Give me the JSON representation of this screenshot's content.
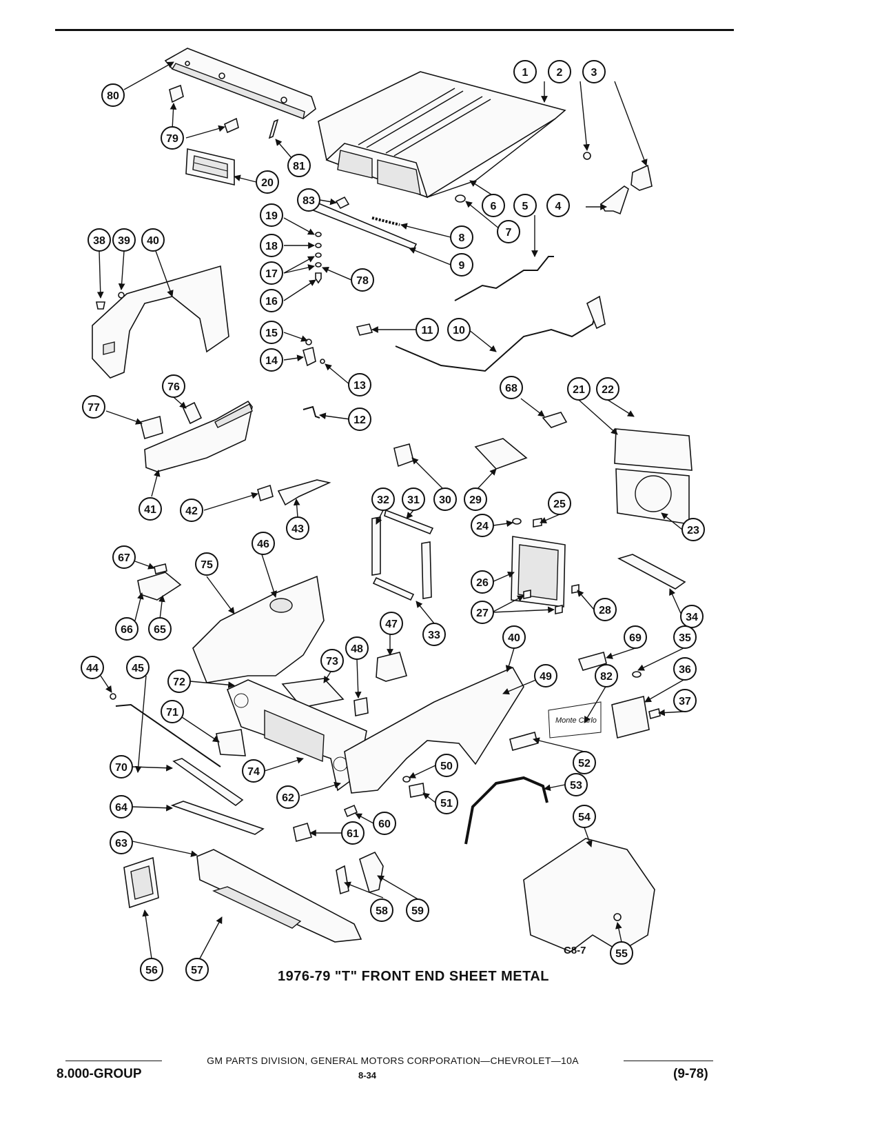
{
  "caption": "1976-79 \"T\" FRONT END SHEET METAL",
  "figure_code": "C8-7",
  "footer": {
    "line": "GM PARTS DIVISION, GENERAL MOTORS CORPORATION—CHEVROLET—10A",
    "group": "8.000-GROUP",
    "page": "8-34",
    "date": "(9-78)"
  },
  "callouts": [
    {
      "label": "1"
    },
    {
      "label": "2"
    },
    {
      "label": "3"
    },
    {
      "label": "80"
    },
    {
      "label": "79"
    },
    {
      "label": "81"
    },
    {
      "label": "20"
    },
    {
      "label": "83"
    },
    {
      "label": "6"
    },
    {
      "label": "5"
    },
    {
      "label": "4"
    },
    {
      "label": "8"
    },
    {
      "label": "7"
    },
    {
      "label": "19"
    },
    {
      "label": "18"
    },
    {
      "label": "17"
    },
    {
      "label": "78"
    },
    {
      "label": "9"
    },
    {
      "label": "16"
    },
    {
      "label": "38"
    },
    {
      "label": "39"
    },
    {
      "label": "40"
    },
    {
      "label": "15"
    },
    {
      "label": "11"
    },
    {
      "label": "10"
    },
    {
      "label": "14"
    },
    {
      "label": "13"
    },
    {
      "label": "76"
    },
    {
      "label": "77"
    },
    {
      "label": "12"
    },
    {
      "label": "68"
    },
    {
      "label": "21"
    },
    {
      "label": "22"
    },
    {
      "label": "41"
    },
    {
      "label": "42"
    },
    {
      "label": "43"
    },
    {
      "label": "32"
    },
    {
      "label": "31"
    },
    {
      "label": "30"
    },
    {
      "label": "29"
    },
    {
      "label": "25"
    },
    {
      "label": "24"
    },
    {
      "label": "23"
    },
    {
      "label": "46"
    },
    {
      "label": "67"
    },
    {
      "label": "75"
    },
    {
      "label": "26"
    },
    {
      "label": "34"
    },
    {
      "label": "66"
    },
    {
      "label": "65"
    },
    {
      "label": "47"
    },
    {
      "label": "33"
    },
    {
      "label": "27"
    },
    {
      "label": "28"
    },
    {
      "label": "48"
    },
    {
      "label": "40"
    },
    {
      "label": "69"
    },
    {
      "label": "35"
    },
    {
      "label": "44"
    },
    {
      "label": "45"
    },
    {
      "label": "73"
    },
    {
      "label": "72"
    },
    {
      "label": "49"
    },
    {
      "label": "82"
    },
    {
      "label": "36"
    },
    {
      "label": "37"
    },
    {
      "label": "71"
    },
    {
      "label": "52"
    },
    {
      "label": "70"
    },
    {
      "label": "74"
    },
    {
      "label": "50"
    },
    {
      "label": "53"
    },
    {
      "label": "62"
    },
    {
      "label": "64"
    },
    {
      "label": "51"
    },
    {
      "label": "60"
    },
    {
      "label": "61"
    },
    {
      "label": "54"
    },
    {
      "label": "63"
    },
    {
      "label": "58"
    },
    {
      "label": "59"
    },
    {
      "label": "55"
    },
    {
      "label": "56"
    },
    {
      "label": "57"
    }
  ],
  "badge_script": "Monte Carlo",
  "colors": {
    "ink": "#111111",
    "paper": "#ffffff",
    "shade": "#e6e6e6"
  }
}
